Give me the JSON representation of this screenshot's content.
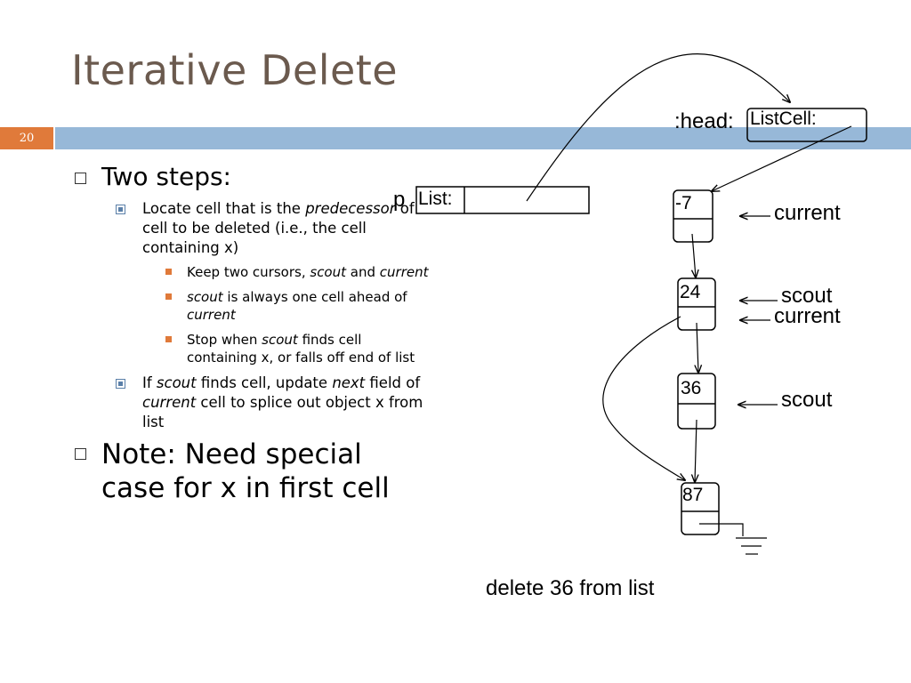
{
  "slide": {
    "title": "Iterative Delete",
    "page_number": "20"
  },
  "bullets": {
    "b1": "Two steps:",
    "b1_1_pre": "Locate cell that is the ",
    "b1_1_em": "predecessor",
    "b1_1_post": " of cell to be deleted (i.e., the cell containing x)",
    "b1_1_1_pre": "Keep two cursors, ",
    "b1_1_1_em1": "scout",
    "b1_1_1_mid": " and ",
    "b1_1_1_em2": "current",
    "b1_1_2_em": "scout",
    "b1_1_2_mid": " is always one cell ahead of ",
    "b1_1_2_em2": "current",
    "b1_1_3_pre": "Stop when ",
    "b1_1_3_em": "scout",
    "b1_1_3_post": " finds cell containing x, or falls off end of list",
    "b1_2_pre": "If ",
    "b1_2_em1": "scout",
    "b1_2_mid1": " finds cell, update ",
    "b1_2_em2": "next",
    "b1_2_mid2": " field of ",
    "b1_2_em3": "current",
    "b1_2_post": " cell to splice out object x from list",
    "b2": "Note: Need special case for x in first cell"
  },
  "diagram": {
    "head_label": ":head:",
    "listcell_label": "ListCell:",
    "p_label": "p",
    "list_label": "List:",
    "cells": [
      "-7",
      "24",
      "36",
      "87"
    ],
    "pointer_labels": {
      "current_1": "current",
      "scout_1": "scout",
      "current_2": "current",
      "scout_2": "scout"
    },
    "caption": "delete 36 from list"
  }
}
